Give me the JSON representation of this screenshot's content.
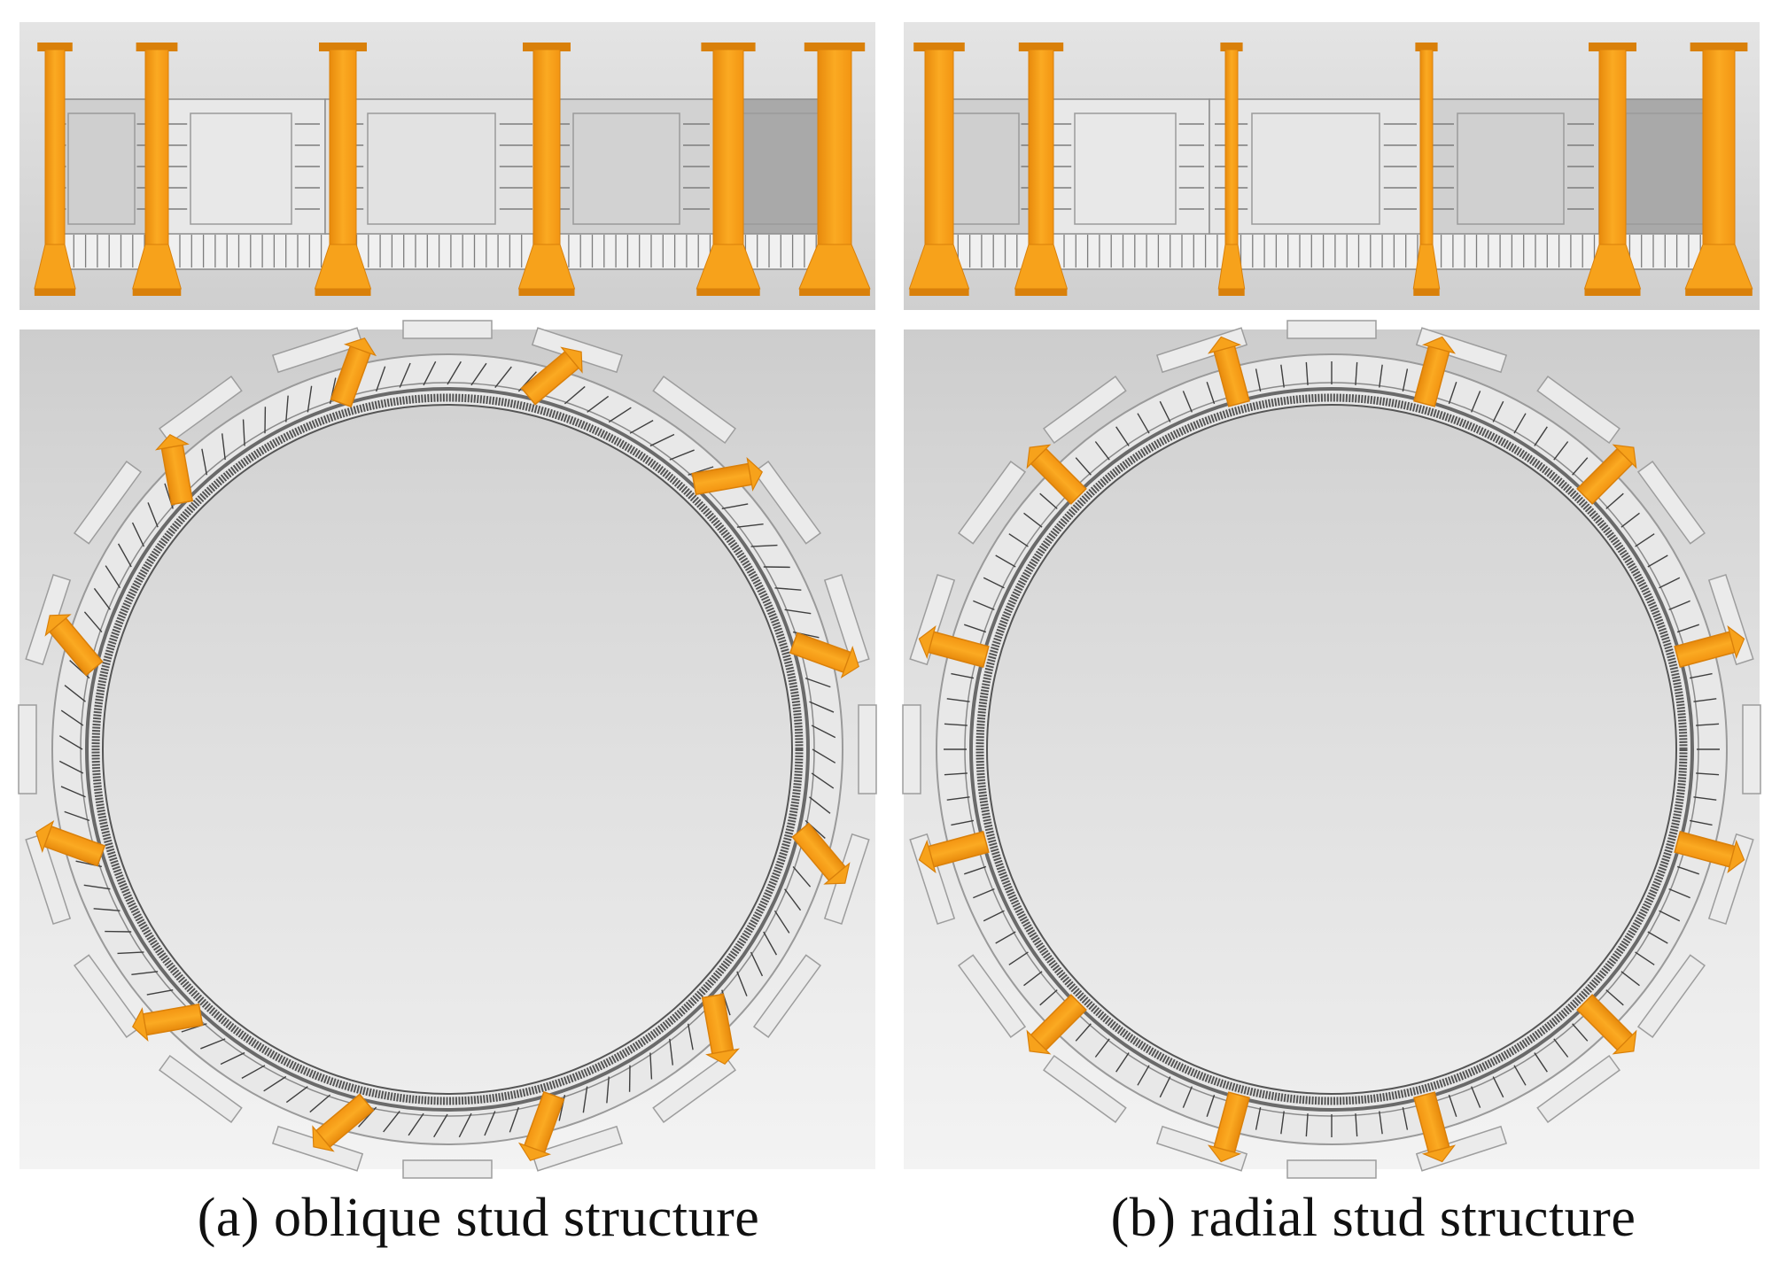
{
  "figure": {
    "panels": [
      {
        "id": "a",
        "caption": "(a) oblique stud structure",
        "stud_type": "oblique",
        "stud_count": 12
      },
      {
        "id": "b",
        "caption": "(b) radial stud structure",
        "stud_type": "radial",
        "stud_count": 12
      }
    ],
    "colors": {
      "stud_orange": "#F7A21B",
      "stud_dark": "#D9800A",
      "panel_bg_top": "#dcdcdc",
      "panel_bg_bottom": "#f2f2f2",
      "ring_dark": "#555555",
      "block_fill": "#e6e6e6",
      "block_stroke": "#9a9a9a"
    }
  }
}
